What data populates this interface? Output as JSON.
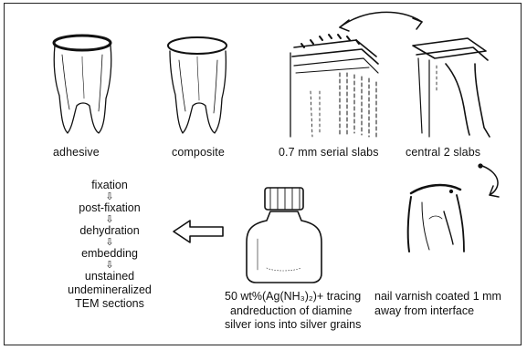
{
  "labels": {
    "adhesive": "adhesive",
    "composite": "composite",
    "serial_slabs": "0.7 mm serial slabs",
    "central_slabs": "central 2 slabs"
  },
  "steps": [
    "fixation",
    "post-fixation",
    "dehydration",
    "embedding",
    "unstained",
    "undemineralized",
    "TEM sections"
  ],
  "arrow_glyph": "⇩",
  "silver_text": [
    "50 wt%(Ag(NH₃)₂)+ tracing",
    "andreduction of diamine",
    "silver ions into silver grains"
  ],
  "varnish_text": [
    "nail varnish coated 1 mm",
    "away from interface"
  ],
  "icons": [
    "tooth-adhesive-icon",
    "tooth-composite-icon",
    "tooth-slabs-icon",
    "central-slabs-icon",
    "tooth-varnished-icon",
    "bottle-icon",
    "hollow-left-arrow-icon",
    "curved-arrow-icon"
  ],
  "colors": {
    "ink": "#111111",
    "border": "#222222"
  }
}
